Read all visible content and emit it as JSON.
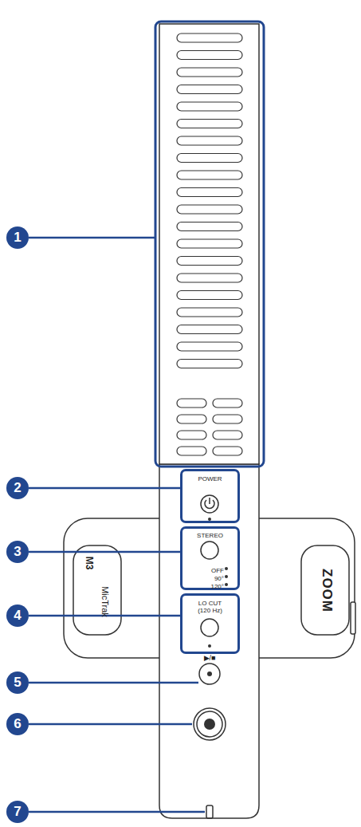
{
  "diagram": {
    "nodes": [
      {
        "text": [
          "POWER"
        ]
      },
      {
        "text": [
          "STEREO",
          "OFF",
          "90°",
          "120°"
        ]
      },
      {
        "text": [
          "LO CUT (120 Hz)"
        ]
      }
    ],
    "labels": [
      "1",
      "2",
      "3",
      "4",
      "5",
      "6",
      "7",
      "M3",
      "MicTrak",
      "ZOOM",
      "▶/■"
    ]
  }
}
